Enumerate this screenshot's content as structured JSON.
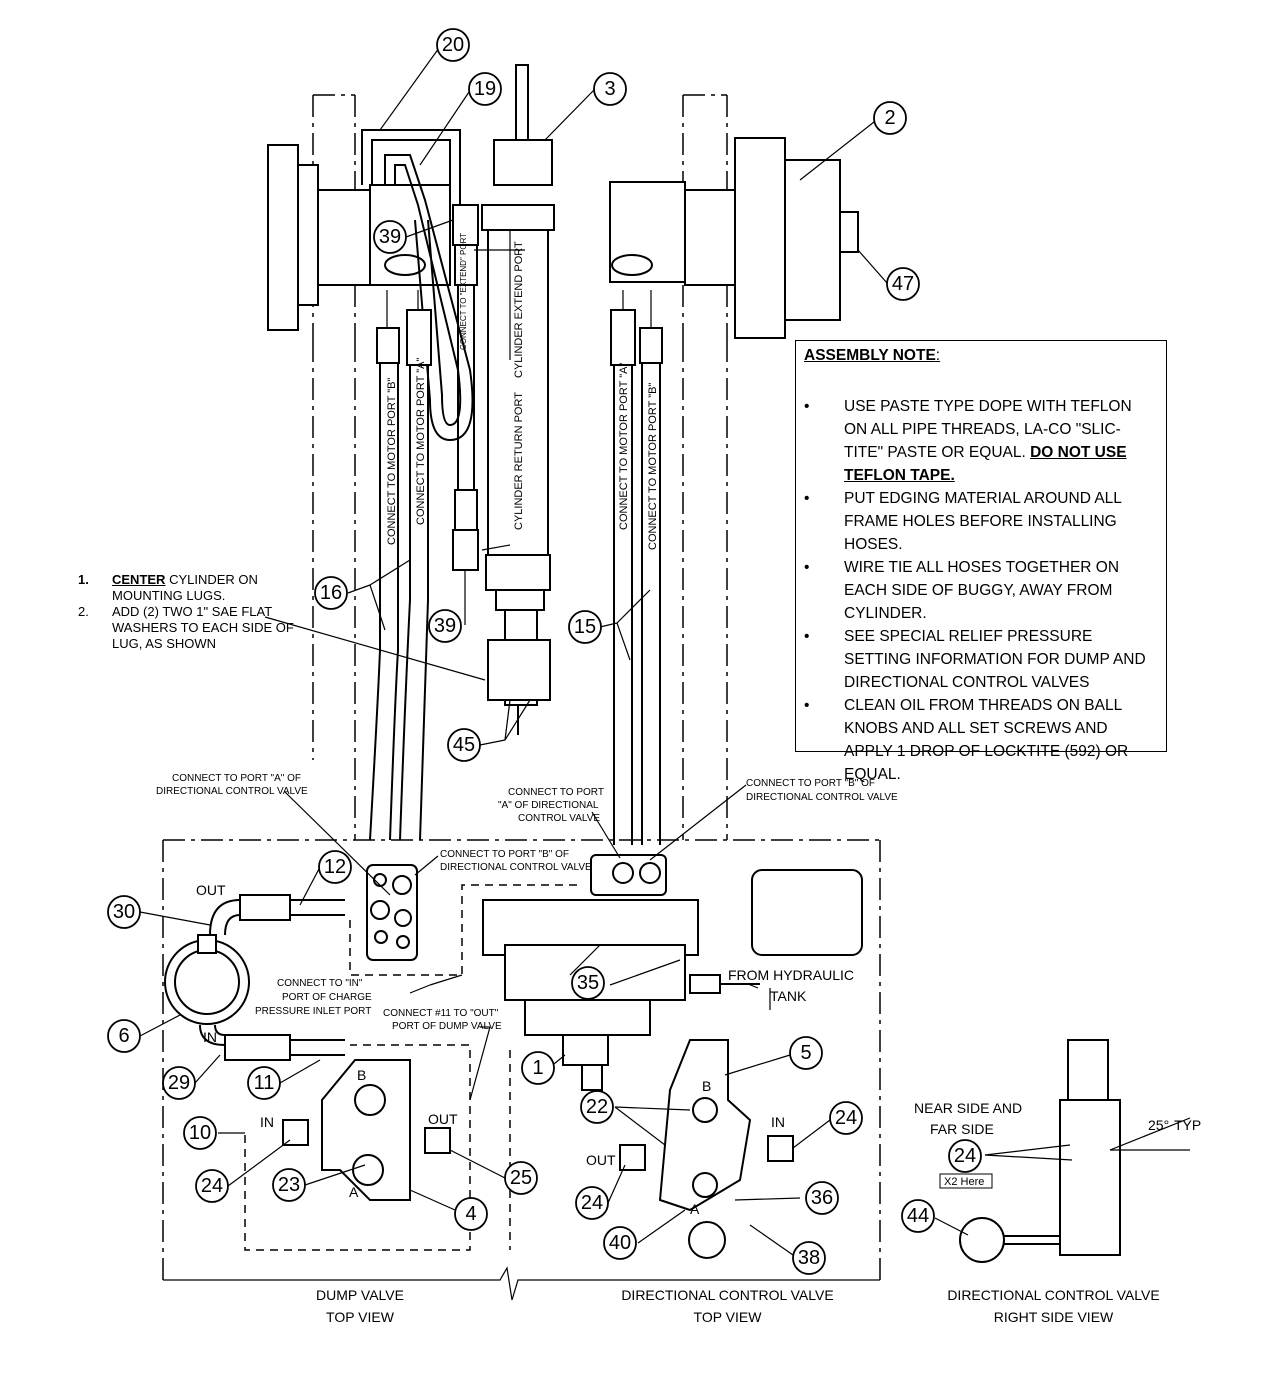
{
  "bubbles": {
    "b20": "20",
    "b19": "19",
    "b3": "3",
    "b2": "2",
    "b47": "47",
    "b39a": "39",
    "b39b": "39",
    "b16": "16",
    "b15": "15",
    "b45": "45",
    "b12": "12",
    "b30": "30",
    "b6": "6",
    "b29": "29",
    "b11": "11",
    "b10": "10",
    "b24a": "24",
    "b23": "23",
    "b25": "25",
    "b4": "4",
    "b35": "35",
    "b1": "1",
    "b5": "5",
    "b22": "22",
    "b24b": "24",
    "b24c": "24",
    "b36": "36",
    "b40": "40",
    "b38": "38",
    "b24d": "24",
    "b44": "44"
  },
  "hose_labels": {
    "motor_b_left": "CONNECT TO MOTOR PORT \"B\"",
    "motor_a_left": "CONNECT TO MOTOR PORT \"A\"",
    "extend_small": "CONNECT TO \"EXTEND\" PORT",
    "extend_port": "CYLINDER EXTEND PORT",
    "return_port": "CYLINDER RETURN PORT",
    "motor_a_right": "CONNECT TO MOTOR PORT \"A\"",
    "motor_b_right": "CONNECT TO MOTOR PORT \"B\""
  },
  "callouts": {
    "port_a_dcv_left": [
      "CONNECT TO PORT \"A\" OF",
      "DIRECTIONAL CONTROL VALVE"
    ],
    "port_a_dcv_mid": [
      "CONNECT TO PORT",
      "\"A\" OF DIRECTIONAL",
      "CONTROL VALVE"
    ],
    "port_b_dcv_right": [
      "CONNECT TO PORT \"B\" OF",
      "DIRECTIONAL CONTROL VALVE"
    ],
    "port_b_dcv_block": [
      "CONNECT TO PORT \"B\" OF",
      "DIRECTIONAL CONTROL VALVE"
    ],
    "charge_inlet": [
      "CONNECT TO \"IN\"",
      "PORT OF CHARGE",
      "PRESSURE INLET PORT"
    ],
    "dump_out": [
      "CONNECT #11 TO \"OUT\"",
      "PORT OF DUMP VALVE"
    ],
    "from_tank": [
      "FROM HYDRAULIC",
      "TANK"
    ],
    "near_far": [
      "NEAR SIDE AND",
      "FAR SIDE"
    ],
    "x2_here": "X2 Here",
    "angle": "25°",
    "typ": "TYP"
  },
  "port_letters": {
    "out_filter": "OUT",
    "in_filter": "IN",
    "dump_b": "B",
    "dump_a": "A",
    "dump_in": "IN",
    "dump_out": "OUT",
    "dcv_b": "B",
    "dcv_a": "A",
    "dcv_in": "IN",
    "dcv_out": "OUT"
  },
  "center_note": {
    "n1": "1.",
    "n1_bold": "CENTER",
    "n1_rest": " CYLINDER ON MOUNTING LUGS.",
    "n2": "2.",
    "n2_text": "ADD (2) TWO 1\" SAE FLAT WASHERS TO EACH SIDE OF LUG, AS SHOWN"
  },
  "assembly_note": {
    "title": "ASSEMBLY NOTE",
    "colon": ":",
    "bullet": "•",
    "items": [
      {
        "text": "USE PASTE TYPE DOPE WITH TEFLON ON ALL PIPE THREADS, LA-CO \"SLIC-TITE\" PASTE OR EQUAL. ",
        "strong": "DO NOT USE TEFLON TAPE."
      },
      {
        "text": "PUT EDGING MATERIAL AROUND ALL FRAME HOLES BEFORE INSTALLING HOSES.",
        "strong": ""
      },
      {
        "text": "WIRE TIE ALL HOSES TOGETHER ON EACH SIDE OF BUGGY, AWAY FROM CYLINDER.",
        "strong": ""
      },
      {
        "text": "SEE SPECIAL RELIEF PRESSURE SETTING INFORMATION FOR DUMP AND DIRECTIONAL CONTROL VALVES",
        "strong": ""
      },
      {
        "text": "CLEAN OIL FROM THREADS ON BALL KNOBS AND ALL SET SCREWS AND APPLY 1 DROP OF LOCKTITE (592) OR EQUAL.",
        "strong": ""
      }
    ]
  },
  "captions": {
    "dump": [
      "DUMP VALVE",
      "TOP VIEW"
    ],
    "dcv_top": [
      "DIRECTIONAL CONTROL VALVE",
      "TOP VIEW"
    ],
    "dcv_side": [
      "DIRECTIONAL CONTROL VALVE",
      "RIGHT SIDE VIEW"
    ]
  }
}
